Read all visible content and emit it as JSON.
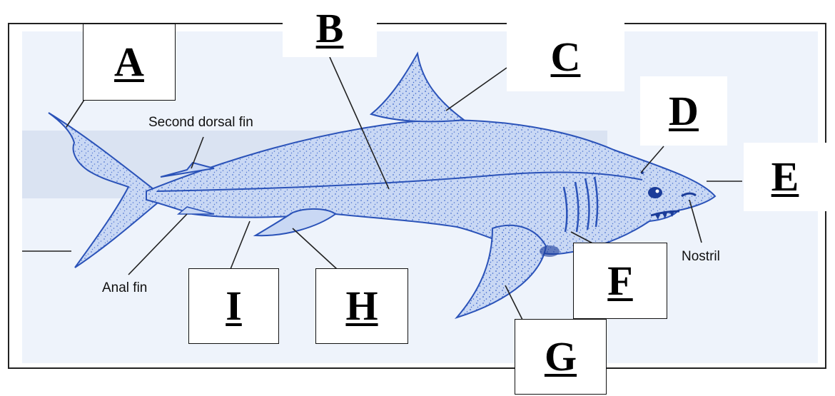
{
  "printed_labels": {
    "second_dorsal_fin": "Second dorsal fin",
    "nostril": "Nostril",
    "anal_fin": "Anal fin"
  },
  "label_letters": {
    "A": "A",
    "B": "B",
    "C": "C",
    "D": "D",
    "E": "E",
    "F": "F",
    "G": "G",
    "H": "H",
    "I": "I"
  },
  "colors": {
    "shark_outline": "#2a52b8",
    "shark_fill": "#c9d8f4",
    "stipple": "#3a63c9",
    "background": "#eef3fb",
    "leader_line": "#222222"
  }
}
